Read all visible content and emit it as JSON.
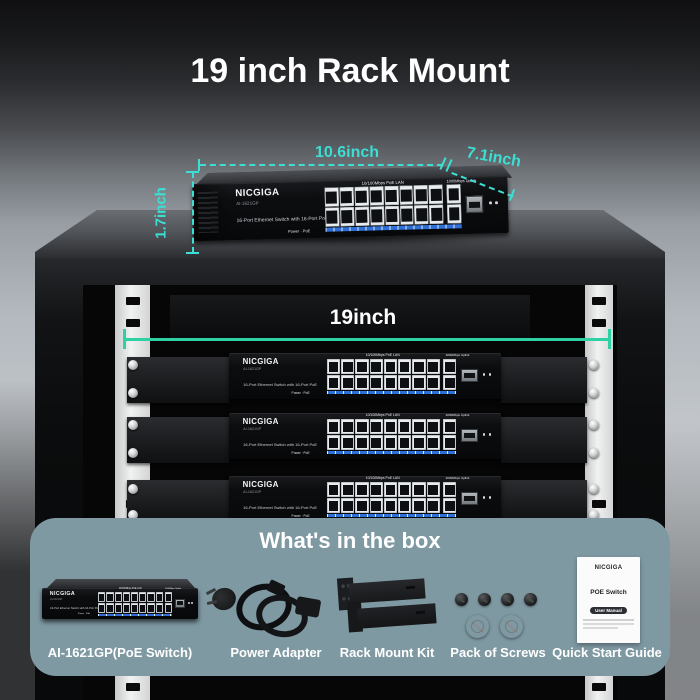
{
  "title": "19 inch Rack Mount",
  "colors": {
    "dimension_cyan": "#3BDFD3",
    "measure_green": "#2ED1A4",
    "panel_slate": "#7F99A3",
    "port_strip_blue": "#2F6FD8"
  },
  "dimensions": {
    "width_label": "10.6inch",
    "depth_label": "7.1inch",
    "height_label": "1.7inch",
    "rack_width_label": "19inch"
  },
  "switch": {
    "brand": "NICGIGA",
    "model": "AI-1621GP",
    "desc": "16-Port Ethernet Switch with 16-Port PoE",
    "ports_label": "10/100Mbps PoE LAN",
    "uplink_label": "1000Mbps Uplink",
    "led_legend": "Power · PoE",
    "poe_ports": 16,
    "uplink_ports": 2
  },
  "box": {
    "title": "What's in the box",
    "items": [
      {
        "label": "AI-1621GP(PoE Switch)"
      },
      {
        "label": "Power Adapter"
      },
      {
        "label": "Rack Mount Kit"
      },
      {
        "label": "Pack of Screws"
      },
      {
        "label": "Quick Start Guide"
      }
    ],
    "guide": {
      "brand": "NICGIGA",
      "doc_title": "POE Switch",
      "badge": "User Manual"
    }
  }
}
